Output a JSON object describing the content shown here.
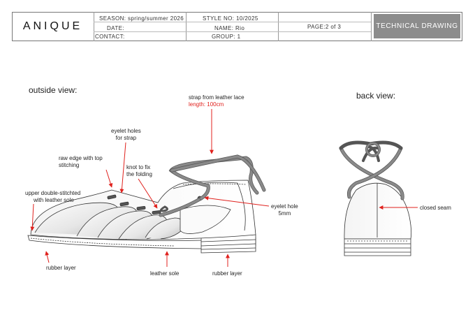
{
  "header": {
    "brand": "ANIQUE",
    "season": "SEASON: spring/summer 2026",
    "date": "DATE:",
    "contact": "CONTACT:",
    "style_no": "STYLE NO:  10/2025",
    "name": "NAME:  Rio",
    "group": "GROUP:  1",
    "page": "PAGE:2 of 3",
    "doc_type": "TECHNICAL DRAWING"
  },
  "outside_view": {
    "title": "outside view:",
    "callouts": {
      "strap_line1": "strap from leather lace",
      "strap_length": "length: 100cm",
      "eyelet_holes_line1": "eyelet holes",
      "eyelet_holes_line2": "for strap",
      "raw_edge_line1": "raw edge with top",
      "raw_edge_line2": "stitching",
      "knot_line1": "knot to fix",
      "knot_line2": "the folding",
      "upper_line1": "upper double-stitchted",
      "upper_line2": "with leather sole",
      "eyelet_hole_line1": "eyelet hole",
      "eyelet_hole_line2": "5mm",
      "rubber_left": "rubber layer",
      "leather_sole": "leather sole",
      "rubber_right": "rubber layer"
    }
  },
  "back_view": {
    "title": "back view:",
    "callouts": {
      "closed_seam": "closed seam"
    }
  },
  "colors": {
    "callout_arrow": "#e0201c",
    "strap": "#7a7a7a",
    "outline": "#333333"
  }
}
